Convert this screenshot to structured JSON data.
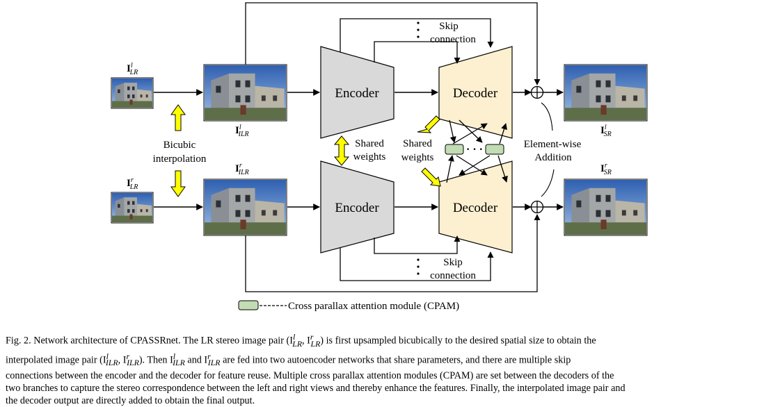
{
  "figure": {
    "blocks": {
      "encoder_top": "Encoder",
      "decoder_top": "Decoder",
      "encoder_bottom": "Encoder",
      "decoder_bottom": "Decoder"
    },
    "labels": {
      "skip_top_line1": "Skip",
      "skip_top_line2": "connection",
      "skip_bottom_line1": "Skip",
      "skip_bottom_line2": "connection",
      "shared_weights_enc_line1": "Shared",
      "shared_weights_enc_line2": "weights",
      "shared_weights_dec_line1": "Shared",
      "shared_weights_dec_line2": "weights",
      "bicubic_line1": "Bicubic",
      "bicubic_line2": "interpolation",
      "elementwise_line1": "Element-wise",
      "elementwise_line2": "Addition",
      "cpam_dots": "· · ·"
    },
    "symbols": {
      "lr_left": {
        "base": "I",
        "sup": "l",
        "sub": "LR"
      },
      "lr_right": {
        "base": "I",
        "sup": "r",
        "sub": "LR"
      },
      "ilr_left": {
        "base": "I",
        "sup": "l",
        "sub": "ILR"
      },
      "ilr_right": {
        "base": "I",
        "sup": "r",
        "sub": "ILR"
      },
      "sr_left": {
        "base": "I",
        "sup": "l",
        "sub": "SR"
      },
      "sr_right": {
        "base": "I",
        "sup": "r",
        "sub": "SR"
      }
    },
    "legend": "Cross parallax attention module (CPAM)",
    "colors": {
      "encoder_fill": "#d9d9d9",
      "decoder_fill": "#fdf0d0",
      "cpam_fill": "#c2dcb4",
      "arrow_yellow": "#ffff00"
    }
  },
  "caption": {
    "line1": "Fig. 2.  Network architecture of CPASSRnet. The LR stereo image pair (I",
    "line1_mid": ", I",
    "line1_end": ") is first upsampled bicubically to the desired spatial size to obtain the",
    "line2": "interpolated image pair (I",
    "line2_mid": ", I",
    "line2_after": "). Then I",
    "line2_and": " and I",
    "line2_end": " are fed into two autoencoder networks that share parameters, and there are multiple skip",
    "line3": "connections between the encoder and the decoder for feature reuse. Multiple cross parallax attention modules (CPAM) are set between the decoders of the",
    "line4": "two branches to capture the stereo correspondence between the left and right views and thereby enhance the features. Finally, the interpolated image pair and",
    "line5": "the decoder output are directly added to obtain the final output.",
    "sup_l": "l",
    "sup_r": "r",
    "sub_lr": "LR",
    "sub_ilr": "ILR"
  }
}
